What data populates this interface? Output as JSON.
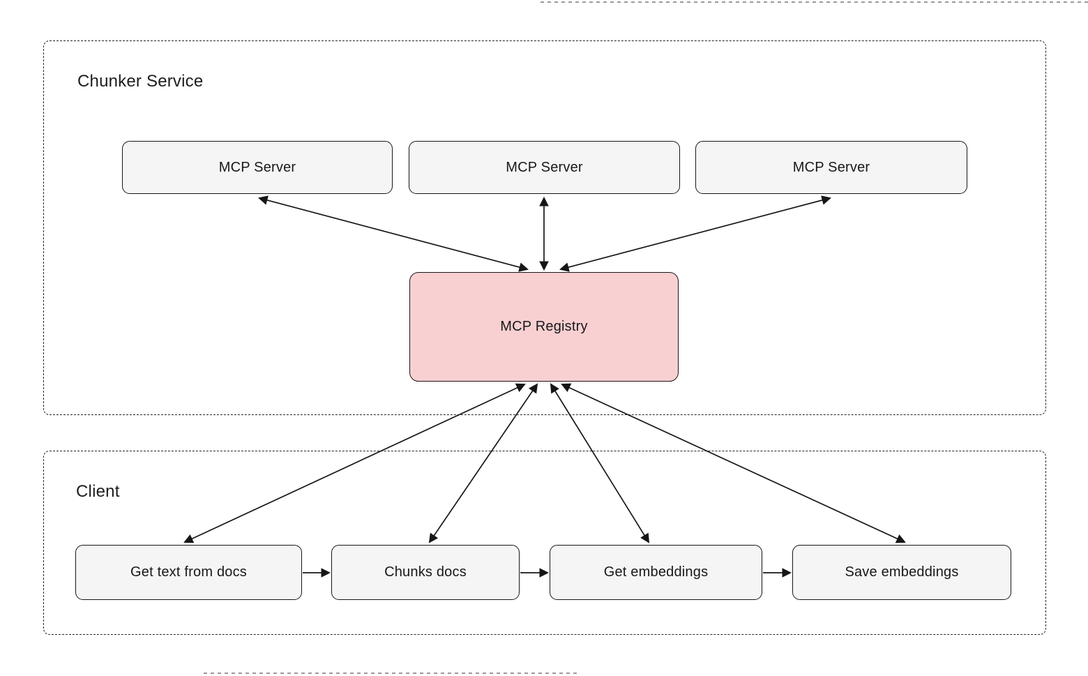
{
  "diagram": {
    "containers": [
      {
        "id": "chunker-service",
        "label": "Chunker Service"
      },
      {
        "id": "client",
        "label": "Client"
      }
    ],
    "nodes": [
      {
        "id": "mcp-server-1",
        "label": "MCP Server",
        "container": "chunker-service",
        "fill": "#f5f5f5"
      },
      {
        "id": "mcp-server-2",
        "label": "MCP Server",
        "container": "chunker-service",
        "fill": "#f5f5f5"
      },
      {
        "id": "mcp-server-3",
        "label": "MCP Server",
        "container": "chunker-service",
        "fill": "#f5f5f5"
      },
      {
        "id": "mcp-registry",
        "label": "MCP Registry",
        "container": "chunker-service",
        "fill": "#f9d0d2"
      },
      {
        "id": "get-text-from-docs",
        "label": "Get text from docs",
        "container": "client",
        "fill": "#f5f5f5"
      },
      {
        "id": "chunks-docs",
        "label": "Chunks docs",
        "container": "client",
        "fill": "#f5f5f5"
      },
      {
        "id": "get-embeddings",
        "label": "Get embeddings",
        "container": "client",
        "fill": "#f5f5f5"
      },
      {
        "id": "save-embeddings",
        "label": "Save embeddings",
        "container": "client",
        "fill": "#f5f5f5"
      }
    ],
    "edges": [
      {
        "from": "mcp-server-1",
        "to": "mcp-registry",
        "direction": "both"
      },
      {
        "from": "mcp-server-2",
        "to": "mcp-registry",
        "direction": "both"
      },
      {
        "from": "mcp-server-3",
        "to": "mcp-registry",
        "direction": "both"
      },
      {
        "from": "mcp-registry",
        "to": "get-text-from-docs",
        "direction": "both"
      },
      {
        "from": "mcp-registry",
        "to": "chunks-docs",
        "direction": "both"
      },
      {
        "from": "mcp-registry",
        "to": "get-embeddings",
        "direction": "both"
      },
      {
        "from": "mcp-registry",
        "to": "save-embeddings",
        "direction": "both"
      },
      {
        "from": "get-text-from-docs",
        "to": "chunks-docs",
        "direction": "forward"
      },
      {
        "from": "chunks-docs",
        "to": "get-embeddings",
        "direction": "forward"
      },
      {
        "from": "get-embeddings",
        "to": "save-embeddings",
        "direction": "forward"
      }
    ],
    "colors": {
      "background": "#ffffff",
      "node_fill": "#f5f5f5",
      "registry_fill": "#f9d0d2",
      "stroke": "#161616",
      "container_dash": "#222222"
    }
  }
}
